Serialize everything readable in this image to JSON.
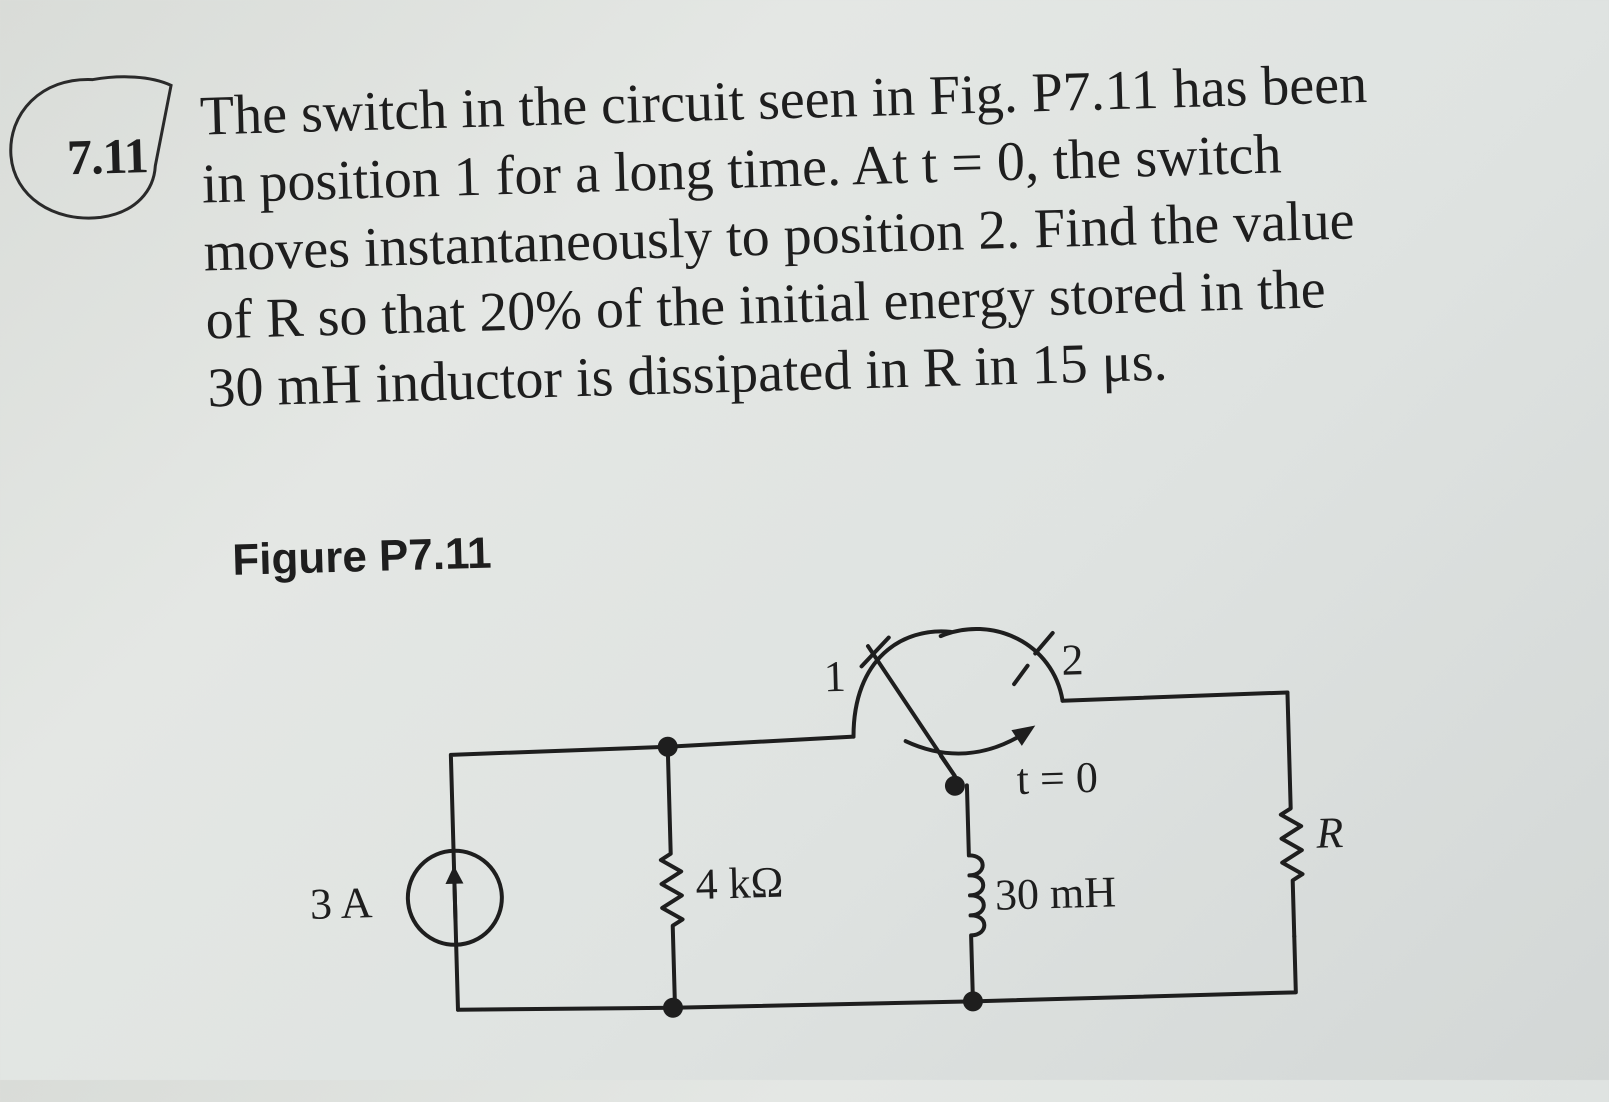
{
  "problem": {
    "number": "7.11",
    "lines": [
      "The switch in the circuit seen in Fig. P7.11 has been",
      "in position 1 for a long time. At t = 0, the switch",
      "moves instantaneously to position 2. Find the value",
      "of R so that 20% of the initial energy stored in the",
      "30 mH inductor is dissipated in R in 15 μs."
    ]
  },
  "figure": {
    "caption": "Figure P7.11",
    "labels": {
      "source": "3 A",
      "resistor": "4 kΩ",
      "inductor": "30 mH",
      "load": "R",
      "switch_pos1": "1",
      "switch_pos2": "2",
      "switch_time": "t = 0"
    }
  }
}
